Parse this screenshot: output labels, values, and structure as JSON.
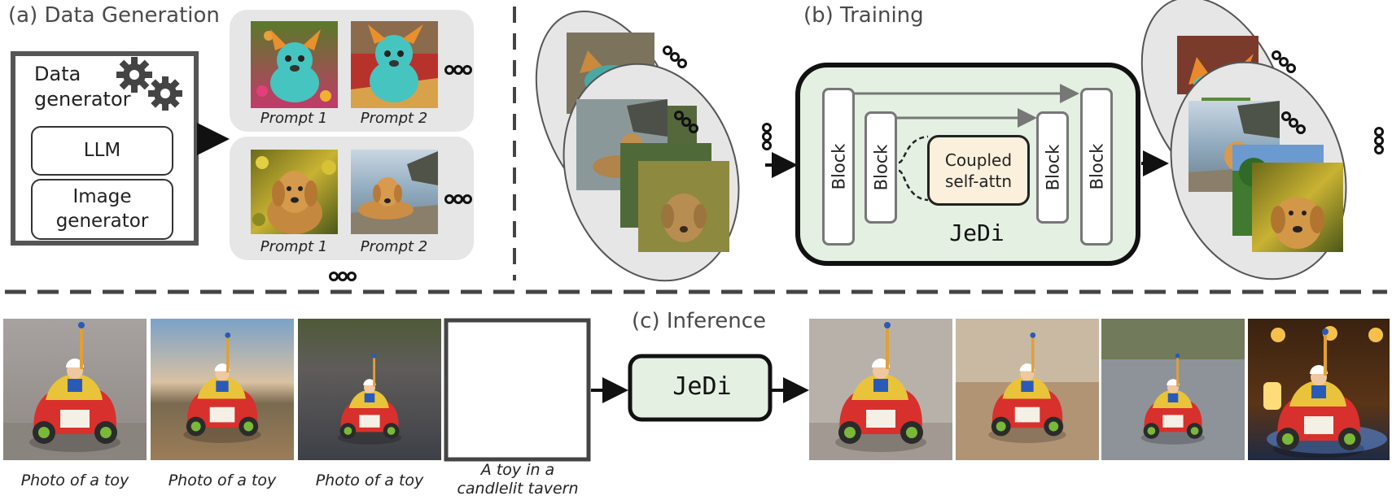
{
  "sections": {
    "a_title": "(a) Data Generation",
    "b_title": "(b) Training",
    "c_title": "(c) Inference"
  },
  "generator": {
    "title_line1": "Data",
    "title_line2": "generator",
    "llm": "LLM",
    "image_gen_line1": "Image",
    "image_gen_line2": "generator",
    "gears_icon": "gears-icon"
  },
  "data_groups": {
    "row1": {
      "prompt1": "Prompt 1",
      "prompt2": "Prompt 2"
    },
    "row2": {
      "prompt1": "Prompt 1",
      "prompt2": "Prompt 2"
    }
  },
  "model": {
    "name": "JeDi",
    "block": "Block",
    "coupled_line1": "Coupled",
    "coupled_line2": "self-attn"
  },
  "inference": {
    "captions": [
      "Photo of a toy",
      "Photo of a toy",
      "Photo of a toy"
    ],
    "target_line1": "A toy in a",
    "target_line2": "candlelit tavern",
    "model": "JeDi"
  },
  "colors": {
    "jedi_fill": "#e3f0e2",
    "coupled_fill": "#fbf0dc",
    "panel_gray": "#e6e6e6"
  }
}
